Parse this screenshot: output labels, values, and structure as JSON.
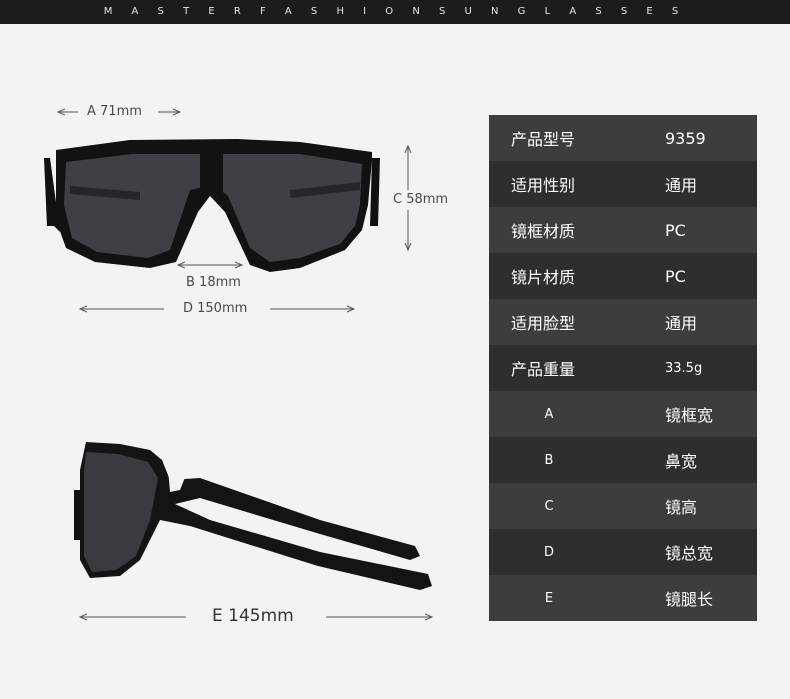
{
  "header": {
    "brand_text": "M A S T E R F A S H I O N S U N G L A S S E S"
  },
  "dimensions": {
    "a": "A 71mm",
    "b": "B 18mm",
    "c": "C 58mm",
    "d": "D 150mm",
    "e": "E 145mm"
  },
  "specs": [
    {
      "label": "产品型号",
      "value": "9359"
    },
    {
      "label": "适用性别",
      "value": "通用"
    },
    {
      "label": "镜框材质",
      "value": "PC"
    },
    {
      "label": "镜片材质",
      "value": "PC"
    },
    {
      "label": "适用脸型",
      "value": "通用"
    },
    {
      "label": "产品重量",
      "value": "33.5g"
    },
    {
      "label": "A",
      "value": "镜框宽"
    },
    {
      "label": "B",
      "value": "鼻宽"
    },
    {
      "label": "C",
      "value": "镜高"
    },
    {
      "label": "D",
      "value": "镜总宽"
    },
    {
      "label": "E",
      "value": "镜腿长"
    }
  ],
  "colors": {
    "topbar": "#1c1c1c",
    "table_dark": "#2e2e2e",
    "table_light": "#3d3d3d",
    "background": "#f3f3f3"
  }
}
